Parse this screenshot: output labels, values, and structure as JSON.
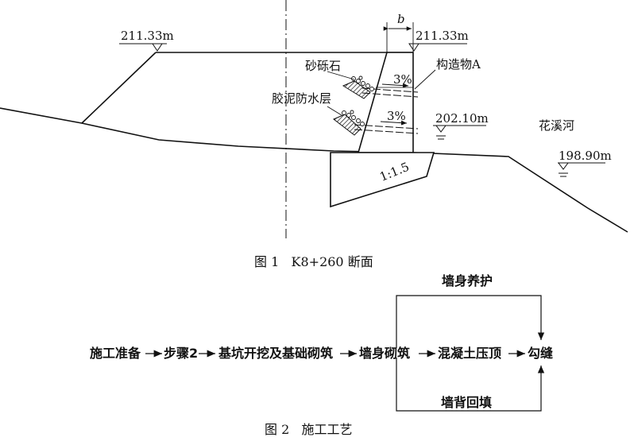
{
  "figure1": {
    "caption": "图 1   K8+260 断面",
    "elev_left": "211.33m",
    "elev_right": "211.33m",
    "elev_mid": "202.10m",
    "elev_river": "198.90m",
    "dim_b": "b",
    "gravel_label": "砂砾石",
    "clay_label": "胶泥防水层",
    "structure_label": "构造物A",
    "slope_upper": "3%",
    "slope_lower": "3%",
    "river_label": "花溪河",
    "base_slope": "1:1.5"
  },
  "figure2": {
    "caption": "图 2   施工工艺",
    "top_label": "墙身养护",
    "bottom_label": "墙背回填",
    "steps": [
      "施工准备",
      "步骤2",
      "基坑开挖及基础砌筑",
      "墙身砌筑",
      "混凝土压顶",
      "勾缝"
    ]
  }
}
